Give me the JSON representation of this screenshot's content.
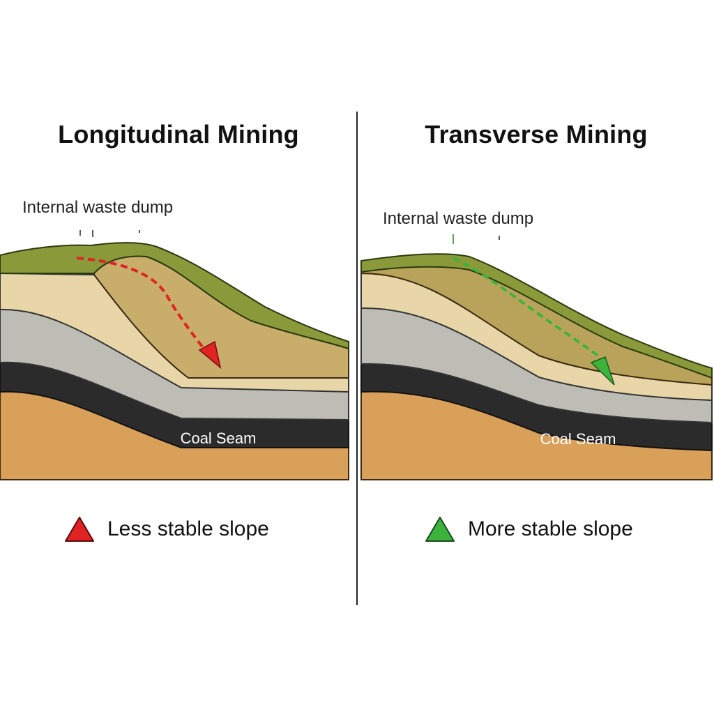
{
  "left": {
    "title": "Longitudinal Mining",
    "dump_label": "Internal waste dump",
    "seam_label": "Coal Seam",
    "legend_text": "Less stable slope",
    "arrow_color": "#e02424",
    "legend_icon": "warning-triangle-red-icon"
  },
  "right": {
    "title": "Transverse Mining",
    "dump_label": "Internal waste dump",
    "seam_label": "Coal Seam",
    "legend_text": "More stable slope",
    "arrow_color": "#3cb43c",
    "legend_icon": "triangle-green-icon"
  },
  "colors": {
    "soil": "#d9a05a",
    "coal": "#2b2b2b",
    "grey_rock": "#bdbdb5",
    "sandstone": "#e8d6a8",
    "vegetation": "#8a9a3a"
  }
}
